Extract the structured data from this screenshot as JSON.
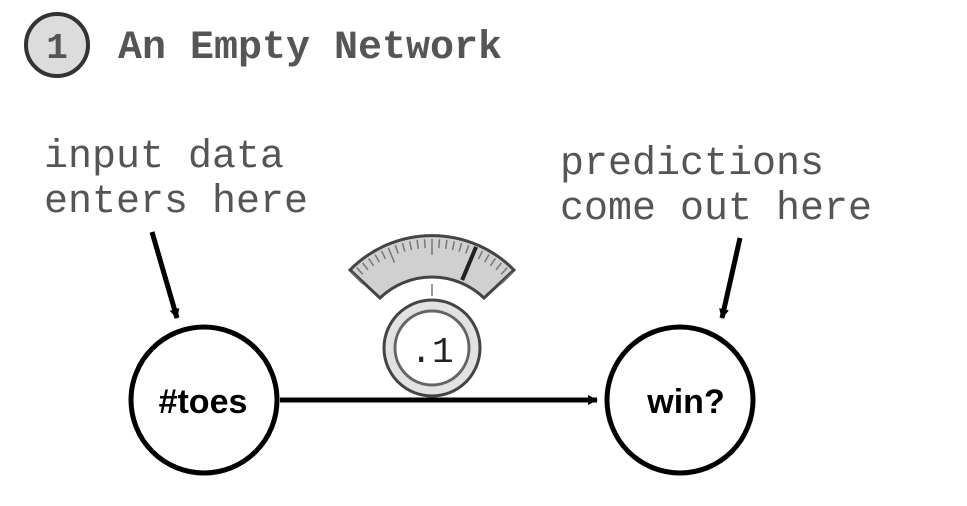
{
  "step": {
    "number": "1",
    "title": "An Empty Network"
  },
  "annotations": {
    "input": [
      "input data",
      "enters here"
    ],
    "output": [
      "predictions",
      "come out here"
    ]
  },
  "nodes": {
    "input": "#toes",
    "output": "win?"
  },
  "weight": {
    "value": ".1",
    "dial_level": 0.75
  },
  "colors": {
    "ink": "#000000",
    "text_gray": "#555555",
    "dial_fill": "#d0d0d0",
    "badge_fill": "#dcdcdc"
  }
}
